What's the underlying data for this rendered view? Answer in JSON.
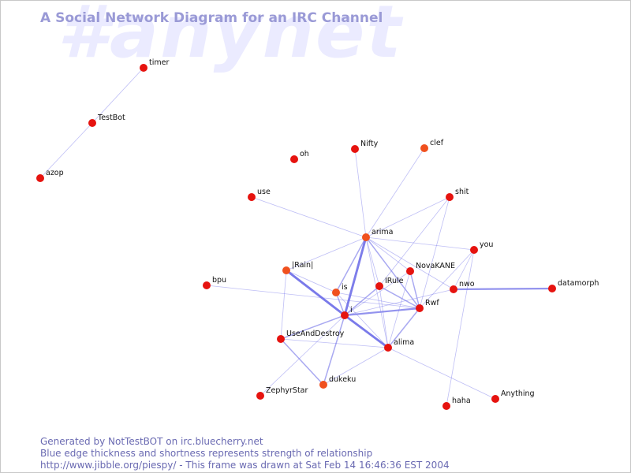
{
  "watermark": "#anynet",
  "title": "A Social Network Diagram for an IRC Channel",
  "footer": {
    "line1": "Generated by NotTestBOT on irc.bluecherry.net",
    "line2": "Blue edge thickness and shortness represents strength of relationship",
    "line3": "http://www.jibble.org/piespy/ - This frame was drawn at Sat Feb 14 16:46:36 EST 2004"
  },
  "colors": {
    "background": "#ffffff",
    "title": "#9a9ad6",
    "watermark": "#ebebff",
    "edge": "#6f6fe8",
    "node_red": "#e6130f",
    "node_orange": "#f0501e"
  },
  "nodes": [
    {
      "id": "timer",
      "label": "timer",
      "color": "red"
    },
    {
      "id": "TestBot",
      "label": "TestBot",
      "color": "red"
    },
    {
      "id": "azop",
      "label": "azop",
      "color": "red"
    },
    {
      "id": "oh",
      "label": "oh",
      "color": "red"
    },
    {
      "id": "Nifty",
      "label": "Nifty",
      "color": "red"
    },
    {
      "id": "clef",
      "label": "clef",
      "color": "orange"
    },
    {
      "id": "use",
      "label": "use",
      "color": "red"
    },
    {
      "id": "shit",
      "label": "shit",
      "color": "red"
    },
    {
      "id": "arima",
      "label": "arima",
      "color": "orange"
    },
    {
      "id": "you",
      "label": "you",
      "color": "red"
    },
    {
      "id": "NovaKANE",
      "label": "NovaKANE",
      "color": "red"
    },
    {
      "id": "IRain",
      "label": "|Rain|",
      "color": "orange"
    },
    {
      "id": "bpu",
      "label": "bpu",
      "color": "red"
    },
    {
      "id": "IRule",
      "label": "IRule",
      "color": "red"
    },
    {
      "id": "nwo",
      "label": "nwo",
      "color": "red"
    },
    {
      "id": "datamorph",
      "label": "datamorph",
      "color": "red"
    },
    {
      "id": "is",
      "label": "is",
      "color": "orange"
    },
    {
      "id": "Rwf",
      "label": "Rwf",
      "color": "red"
    },
    {
      "id": "i",
      "label": "i",
      "color": "red"
    },
    {
      "id": "UseAndDestroy",
      "label": "UseAndDestroy",
      "color": "red"
    },
    {
      "id": "alima",
      "label": "alima",
      "color": "red"
    },
    {
      "id": "dukeku",
      "label": "dukeku",
      "color": "orange"
    },
    {
      "id": "ZephyrStar",
      "label": "ZephyrStar",
      "color": "red"
    },
    {
      "id": "haha",
      "label": "haha",
      "color": "red"
    },
    {
      "id": "Anything",
      "label": "Anything",
      "color": "red"
    }
  ],
  "edges": [
    {
      "from": "timer",
      "to": "TestBot",
      "weight": 1
    },
    {
      "from": "TestBot",
      "to": "azop",
      "weight": 1
    },
    {
      "from": "arima",
      "to": "Nifty",
      "weight": 1
    },
    {
      "from": "arima",
      "to": "clef",
      "weight": 1
    },
    {
      "from": "arima",
      "to": "use",
      "weight": 1
    },
    {
      "from": "arima",
      "to": "shit",
      "weight": 1
    },
    {
      "from": "arima",
      "to": "you",
      "weight": 1
    },
    {
      "from": "arima",
      "to": "NovaKANE",
      "weight": 1
    },
    {
      "from": "arima",
      "to": "i",
      "weight": 4
    },
    {
      "from": "arima",
      "to": "is",
      "weight": 2
    },
    {
      "from": "arima",
      "to": "IRule",
      "weight": 1
    },
    {
      "from": "arima",
      "to": "Rwf",
      "weight": 2
    },
    {
      "from": "arima",
      "to": "alima",
      "weight": 1
    },
    {
      "from": "arima",
      "to": "IRain",
      "weight": 1
    },
    {
      "from": "arima",
      "to": "nwo",
      "weight": 1
    },
    {
      "from": "shit",
      "to": "Rwf",
      "weight": 1
    },
    {
      "from": "shit",
      "to": "IRule",
      "weight": 1
    },
    {
      "from": "you",
      "to": "nwo",
      "weight": 1
    },
    {
      "from": "you",
      "to": "Rwf",
      "weight": 1
    },
    {
      "from": "you",
      "to": "haha",
      "weight": 1
    },
    {
      "from": "NovaKANE",
      "to": "i",
      "weight": 1
    },
    {
      "from": "NovaKANE",
      "to": "Rwf",
      "weight": 2
    },
    {
      "from": "NovaKANE",
      "to": "alima",
      "weight": 1
    },
    {
      "from": "IRain",
      "to": "i",
      "weight": 4
    },
    {
      "from": "IRain",
      "to": "is",
      "weight": 1
    },
    {
      "from": "IRain",
      "to": "UseAndDestroy",
      "weight": 1
    },
    {
      "from": "IRain",
      "to": "alima",
      "weight": 1
    },
    {
      "from": "bpu",
      "to": "Rwf",
      "weight": 1
    },
    {
      "from": "IRule",
      "to": "i",
      "weight": 2
    },
    {
      "from": "IRule",
      "to": "Rwf",
      "weight": 2
    },
    {
      "from": "IRule",
      "to": "alima",
      "weight": 1
    },
    {
      "from": "nwo",
      "to": "datamorph",
      "weight": 3
    },
    {
      "from": "nwo",
      "to": "i",
      "weight": 1
    },
    {
      "from": "is",
      "to": "i",
      "weight": 2
    },
    {
      "from": "is",
      "to": "Rwf",
      "weight": 1
    },
    {
      "from": "is",
      "to": "alima",
      "weight": 1
    },
    {
      "from": "i",
      "to": "Rwf",
      "weight": 3
    },
    {
      "from": "i",
      "to": "UseAndDestroy",
      "weight": 2
    },
    {
      "from": "i",
      "to": "alima",
      "weight": 4
    },
    {
      "from": "i",
      "to": "dukeku",
      "weight": 2
    },
    {
      "from": "i",
      "to": "ZephyrStar",
      "weight": 1
    },
    {
      "from": "Rwf",
      "to": "alima",
      "weight": 2
    },
    {
      "from": "UseAndDestroy",
      "to": "alima",
      "weight": 1
    },
    {
      "from": "UseAndDestroy",
      "to": "dukeku",
      "weight": 2
    },
    {
      "from": "alima",
      "to": "dukeku",
      "weight": 1
    },
    {
      "from": "alima",
      "to": "Anything",
      "weight": 1
    }
  ]
}
